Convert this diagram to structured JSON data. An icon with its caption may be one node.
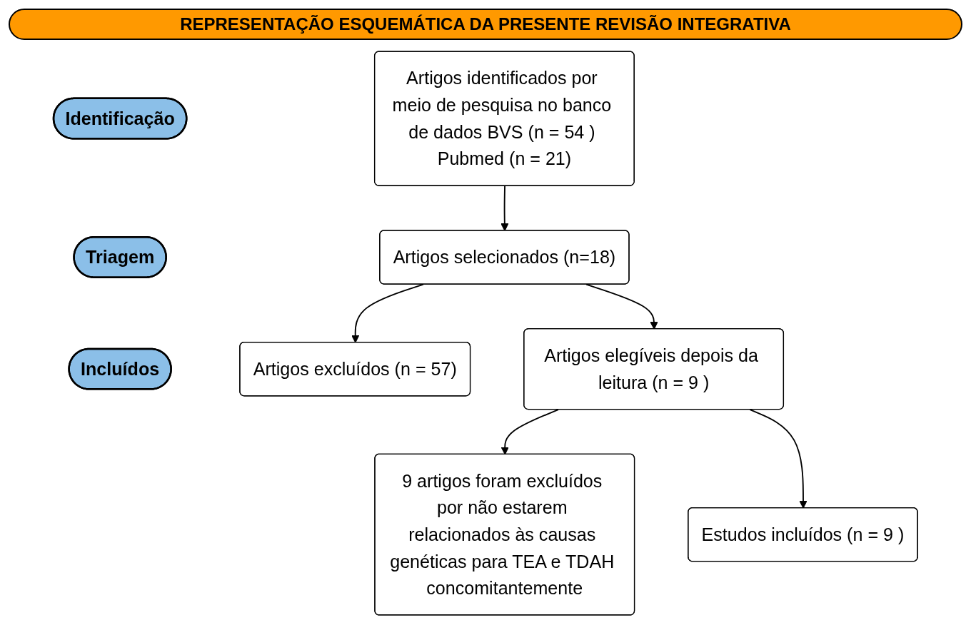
{
  "diagram": {
    "title": "REPRESENTAÇÃO ESQUEMÁTICA DA PRESENTE REVISÃO INTEGRATIVA",
    "nodes": [
      {
        "text": [
          "Identificação"
        ]
      },
      {
        "text": [
          "Triagem"
        ]
      },
      {
        "text": [
          "Incluídos"
        ]
      },
      {
        "text": [
          "Artigos identificados por meio de pesquisa no banco de dados BVS (n = 54 ) Pubmed (n = 21)"
        ]
      },
      {
        "text": [
          "Artigos selecionados (n=18)"
        ]
      },
      {
        "text": [
          "Artigos excluídos (n = 57)"
        ]
      },
      {
        "text": [
          "Artigos elegíveis depois da leitura (n = 9 )"
        ]
      },
      {
        "text": [
          "9 artigos foram excluídos por não estarem relacionados às causas genéticas para TEA e TDAH concomitantemente"
        ]
      },
      {
        "text": [
          "Estudos incluídos (n = 9 )"
        ]
      }
    ],
    "edges": [
      {
        "from": 3,
        "to": 4,
        "arrow": "to"
      },
      {
        "from": 4,
        "to": 5,
        "arrow": "to"
      },
      {
        "from": 4,
        "to": 6,
        "arrow": "to"
      },
      {
        "from": 6,
        "to": 7,
        "arrow": "to"
      },
      {
        "from": 6,
        "to": 8,
        "arrow": "to"
      }
    ]
  }
}
